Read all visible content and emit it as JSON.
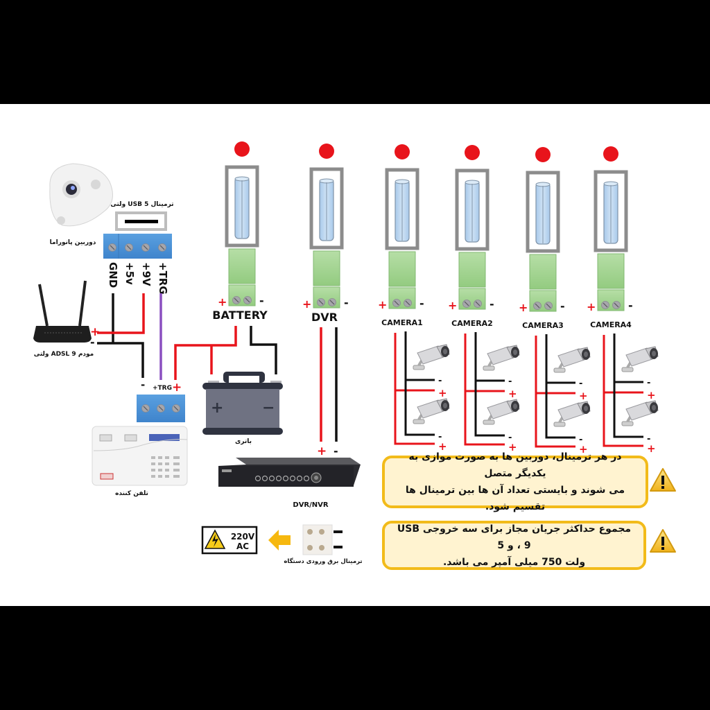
{
  "colors": {
    "background_bar": "#000000",
    "canvas": "#ffffff",
    "led": "#e8141b",
    "wire_positive": "#e8141b",
    "wire_negative": "#111111",
    "wire_trigger": "#8a4fc0",
    "terminal_blue": "#4d93d9",
    "terminal_green": "#9fd38e",
    "fuse_frame": "#8c8c8c",
    "fuse_glass": "#bcd7ef",
    "note_fill": "#fff3d0",
    "note_border": "#f2bb1a",
    "arrow_yellow": "#f6b80f"
  },
  "panorama_camera": {
    "caption": "دوربین پانوراما",
    "usb_terminal_label": "ترمینال USB 5 ولتی",
    "terminal_pins": [
      "GND",
      "+5v",
      "+9V",
      "+TRG"
    ]
  },
  "modem": {
    "caption": "مودم ADSL 9 ولتی",
    "plus": "+",
    "minus": "-"
  },
  "dialer": {
    "caption": "تلفن کننده",
    "pin_labels": [
      "-",
      "+TRG",
      "+"
    ]
  },
  "outputs": [
    {
      "label": "BATTERY",
      "plus": "+",
      "minus": "-"
    },
    {
      "label": "DVR",
      "plus": "+",
      "minus": "-"
    },
    {
      "label": "CAMERA1",
      "plus": "+",
      "minus": "-"
    },
    {
      "label": "CAMERA2",
      "plus": "+",
      "minus": "-"
    },
    {
      "label": "CAMERA3",
      "plus": "+",
      "minus": "-"
    },
    {
      "label": "CAMERA4",
      "plus": "+",
      "minus": "-"
    }
  ],
  "battery": {
    "caption": "باتری",
    "plus": "+",
    "minus": "−"
  },
  "dvr_device": {
    "caption": "DVR/NVR",
    "plus": "+",
    "minus": "-"
  },
  "camera_branches": {
    "plus": "+",
    "minus": "-"
  },
  "ac_input": {
    "warning_line1": "220V",
    "warning_line2": "AC",
    "terminal_caption": "ترمینال برق ورودی دستگاه"
  },
  "notes": [
    {
      "line1": "در هر ترمینال، دوربین ها به صورت موازی به یکدیگر متصل",
      "line2": "می شوند و بایستی تعداد آن ها بین ترمینال ها تقسیم شود.",
      "icon": "warning-icon"
    },
    {
      "line1": "مجموع حداکثر جریان مجاز برای سه خروجی USB ، 9 و 5",
      "line2": "ولت 750 میلی آمپر می باشد.",
      "icon": "warning-icon"
    }
  ]
}
